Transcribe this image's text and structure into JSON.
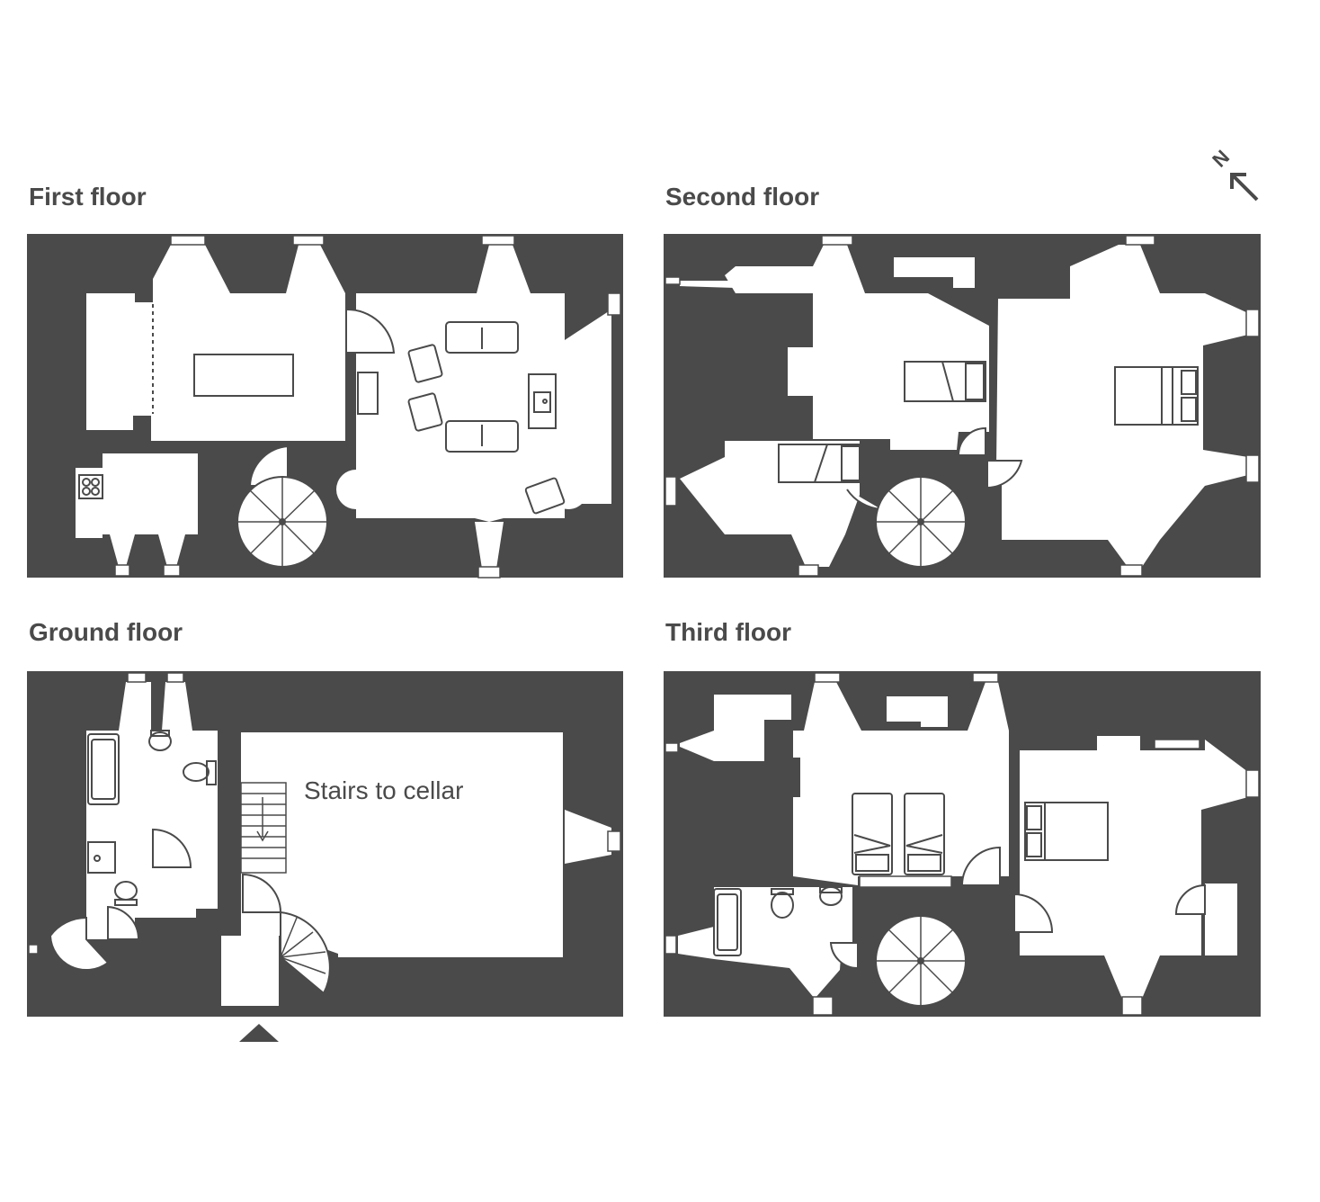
{
  "colors": {
    "wall": "#4a4a4a",
    "room": "#ffffff",
    "text": "#4a4a4a",
    "background": "#ffffff"
  },
  "compass": {
    "letter": "N",
    "icon": "north-arrow-icon"
  },
  "floors": {
    "first": {
      "title": "First floor"
    },
    "second": {
      "title": "Second floor"
    },
    "ground": {
      "title": "Ground floor",
      "label": "Stairs to cellar"
    },
    "third": {
      "title": "Third floor"
    }
  }
}
